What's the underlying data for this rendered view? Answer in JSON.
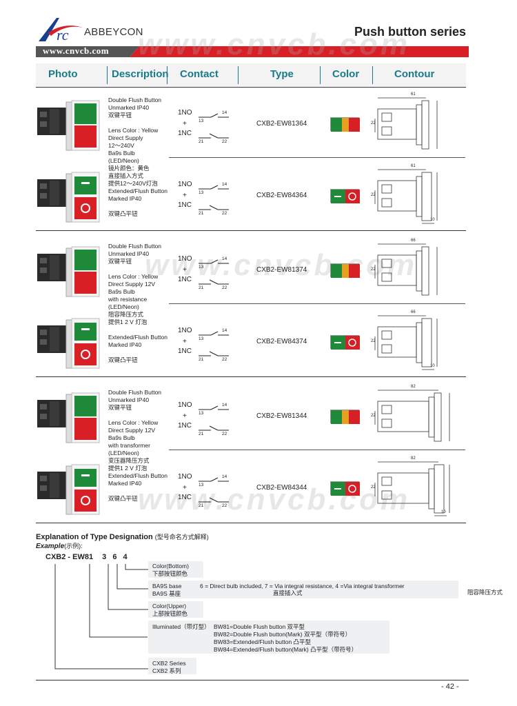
{
  "header": {
    "brand": "ABBEYCON",
    "series_title": "Push button series",
    "url": "www.cnvcb.com",
    "watermark": "www.cnvcb.com"
  },
  "columns": [
    "Photo",
    "Description",
    "Contact",
    "Type",
    "Color",
    "Contour"
  ],
  "colors": {
    "accent": "#1a7a8a",
    "red": "#d81f26",
    "green": "#1e8a3a",
    "yellow": "#e8a020",
    "logo_blue": "#1b3f8f"
  },
  "groups": [
    {
      "desc_lines": [
        "Double Flush Button",
        "Unmarked IP40",
        "双键平钮",
        "",
        "Lens Color : Yellow",
        "Direct Supply",
        "12～240V",
        "Ba9s Bulb",
        "(LED/Neon)",
        "镜片颜色：黄色",
        "直接插入方式",
        "提供12～240V灯泡",
        "Extended/Flush Button",
        "Marked IP40",
        "",
        "双键凸平钮"
      ],
      "items": [
        {
          "type": "CXB2-EW81364",
          "marked": false
        },
        {
          "type": "CXB2-EW84364",
          "marked": true
        }
      ]
    },
    {
      "desc_lines": [
        "Double Flush Button",
        "Unmarked IP40",
        "双键平钮",
        "",
        "Lens Color : Yellow",
        "Direct Supply 12V",
        "Ba9s Bulb",
        "with resistance",
        "(LED/Neon)",
        "阻容降压方式",
        "提供1 2 V 灯泡",
        "",
        "Extended/Flush Button",
        "Marked IP40",
        "",
        "双键凸平钮"
      ],
      "items": [
        {
          "type": "CXB2-EW81374",
          "marked": false
        },
        {
          "type": "CXB2-EW84374",
          "marked": true
        }
      ]
    },
    {
      "desc_lines": [
        "Double Flush Button",
        "Unmarked IP40",
        "双键平钮",
        "",
        "Lens Color : Yellow",
        "Direct Supply 12V",
        "Ba9s Bulb",
        "with transformer",
        "(LED/Neon)",
        "变压器降压方式",
        "提供1 2 V 灯泡",
        "Extended/Flush Button",
        "Marked IP40",
        "",
        "双键凸平钮"
      ],
      "items": [
        {
          "type": "CXB2-EW81344",
          "marked": false
        },
        {
          "type": "CXB2-EW84344",
          "marked": true
        }
      ]
    }
  ],
  "contact": {
    "no": "1NO",
    "nc": "1NC",
    "plus": "+",
    "t13": "13",
    "t14": "14",
    "t21": "21",
    "t22": "22"
  },
  "contour_dims": {
    "g1": "61",
    "g2": "66",
    "g3": "82",
    "h": "22",
    "w": "10"
  },
  "explanation": {
    "title": "Explanation of Type Designation",
    "title_cn": "(型号命名方式解释)",
    "example": "Example",
    "example_cn": "示例):",
    "code_a": "CXB2",
    "code_sep": "-",
    "code_b": "EW81",
    "code_c": "3",
    "code_d": "6",
    "code_e": "4",
    "color_bottom": "Color(Bottom)",
    "color_bottom_cn": "下部按钮颜色",
    "base": "BA9S base",
    "base_cn": "BA9S 基座",
    "base_desc": "6 = Direct bulb included, 7 = Via integral resistance, 4 =Via integral transformer",
    "base_desc_cn1": "直接插入式",
    "base_desc_cn2": "阻容降压方式",
    "color_upper": "Color(Upper)",
    "color_upper_cn": "上部按钮颜色",
    "illuminated": "Illuminated（带灯型）",
    "bw81": "BW81=Double Flush button 双平型",
    "bw82": "BW82=Double Flush button(Mark) 双平型（带符号）",
    "bw83": "BW83=Extended/Flush button 凸平型",
    "bw84": "BW84=Extended/Flush button(Mark) 凸平型（带符号）",
    "series": "CXB2 Series",
    "series_cn": "CXB2 系列"
  },
  "page_number": "- 42 -"
}
